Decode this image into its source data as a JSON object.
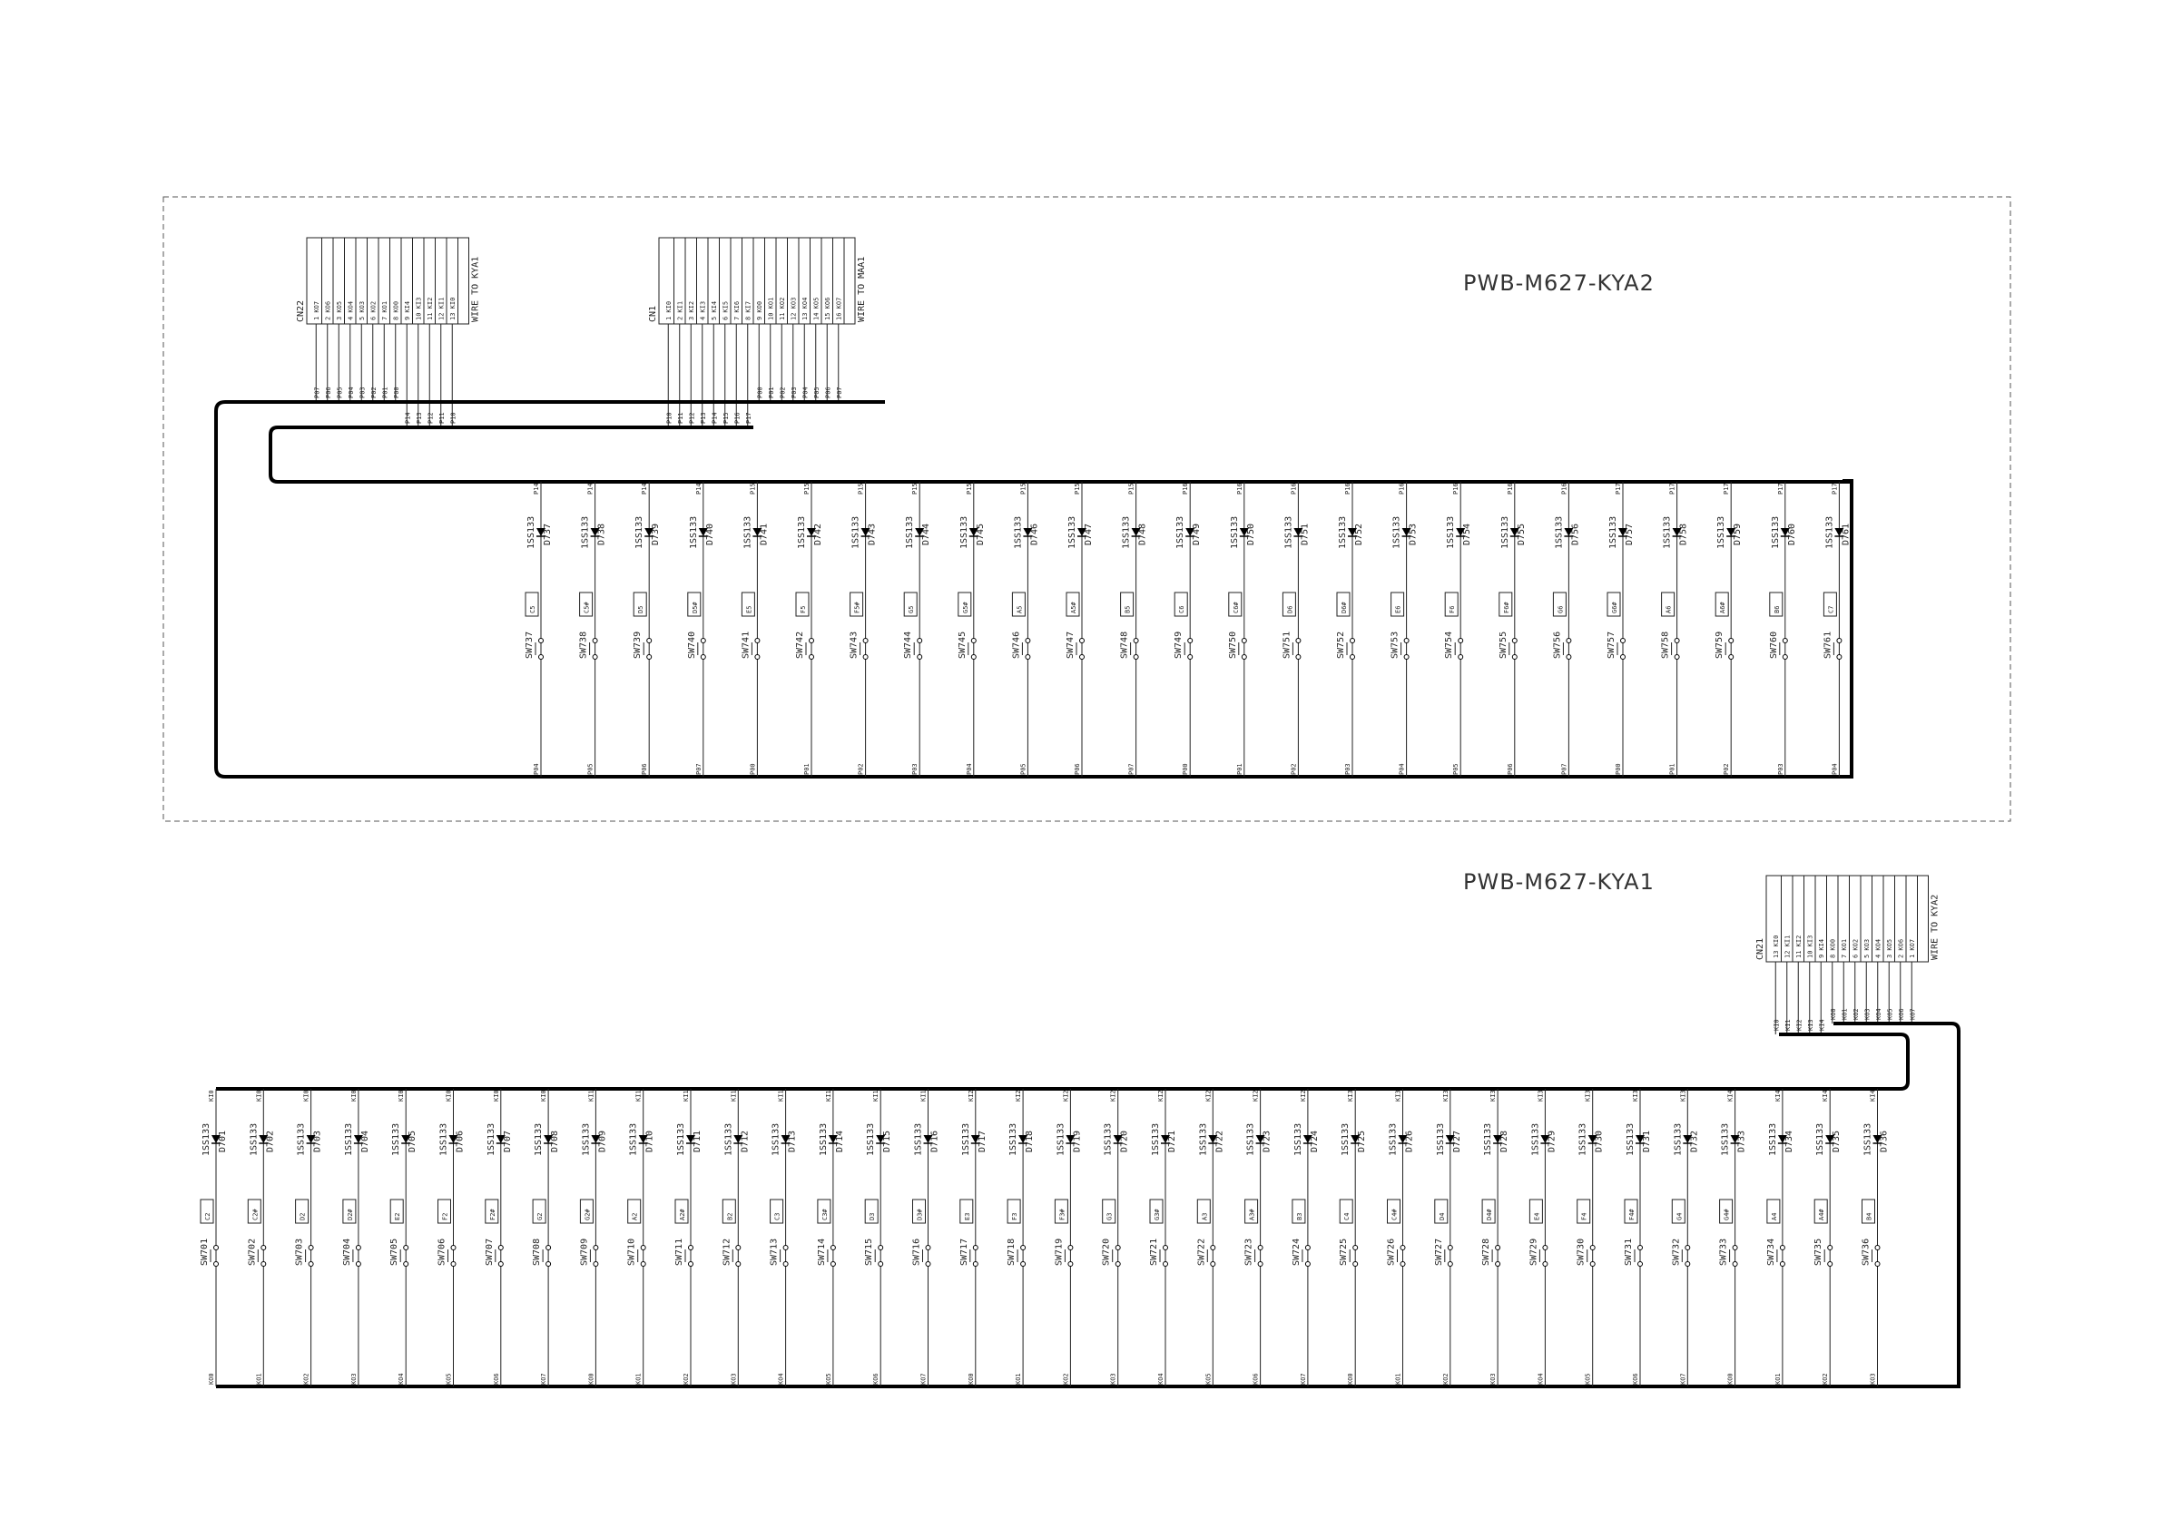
{
  "kya2": {
    "title": "PWB-M627-KYA2",
    "cn22": {
      "ref": "CN22",
      "wire": "WIRE TO KYA1",
      "pins": [
        "1 KO7",
        "2 KO6",
        "3 KO5",
        "4 KO4",
        "5 KO3",
        "6 KO2",
        "7 KO1",
        "8 KO0",
        "9 KI4",
        "10 KI3",
        "11 KI2",
        "12 KI1",
        "13 KI0"
      ],
      "bus_upper": [
        "P07",
        "P06",
        "P05",
        "P04",
        "P03",
        "P02",
        "P01",
        "P00"
      ],
      "bus_lower": [
        "P14",
        "P13",
        "P12",
        "P11",
        "P10"
      ]
    },
    "cn1": {
      "ref": "CN1",
      "wire": "WIRE TO MAA1",
      "pins": [
        "1 KI0",
        "2 KI1",
        "3 KI2",
        "4 KI3",
        "5 KI4",
        "6 KI5",
        "7 KI6",
        "8 KI7",
        "9 KO0",
        "10 KO1",
        "11 KO2",
        "12 KO3",
        "13 KO4",
        "14 KO5",
        "15 KO6",
        "16 KO7"
      ],
      "bus_lower": [
        "P10",
        "P11",
        "P12",
        "P13",
        "P14",
        "P15",
        "P16",
        "P17"
      ],
      "bus_upper": [
        "P00",
        "P01",
        "P02",
        "P03",
        "P04",
        "P05",
        "P06",
        "P07"
      ]
    },
    "keys": [
      {
        "sw": "SW737",
        "d": "D737",
        "note": "C5",
        "top": "P14",
        "bot": "P04"
      },
      {
        "sw": "SW738",
        "d": "D738",
        "note": "C5#",
        "top": "P14",
        "bot": "P05"
      },
      {
        "sw": "SW739",
        "d": "D739",
        "note": "D5",
        "top": "P14",
        "bot": "P06"
      },
      {
        "sw": "SW740",
        "d": "D740",
        "note": "D5#",
        "top": "P14",
        "bot": "P07"
      },
      {
        "sw": "SW741",
        "d": "D741",
        "note": "E5",
        "top": "P15",
        "bot": "P00"
      },
      {
        "sw": "SW742",
        "d": "D742",
        "note": "F5",
        "top": "P15",
        "bot": "P01"
      },
      {
        "sw": "SW743",
        "d": "D743",
        "note": "F5#",
        "top": "P15",
        "bot": "P02"
      },
      {
        "sw": "SW744",
        "d": "D744",
        "note": "G5",
        "top": "P15",
        "bot": "P03"
      },
      {
        "sw": "SW745",
        "d": "D745",
        "note": "G5#",
        "top": "P15",
        "bot": "P04"
      },
      {
        "sw": "SW746",
        "d": "D746",
        "note": "A5",
        "top": "P15",
        "bot": "P05"
      },
      {
        "sw": "SW747",
        "d": "D747",
        "note": "A5#",
        "top": "P15",
        "bot": "P06"
      },
      {
        "sw": "SW748",
        "d": "D748",
        "note": "B5",
        "top": "P15",
        "bot": "P07"
      },
      {
        "sw": "SW749",
        "d": "D749",
        "note": "C6",
        "top": "P16",
        "bot": "P00"
      },
      {
        "sw": "SW750",
        "d": "D750",
        "note": "C6#",
        "top": "P16",
        "bot": "P01"
      },
      {
        "sw": "SW751",
        "d": "D751",
        "note": "D6",
        "top": "P16",
        "bot": "P02"
      },
      {
        "sw": "SW752",
        "d": "D752",
        "note": "D6#",
        "top": "P16",
        "bot": "P03"
      },
      {
        "sw": "SW753",
        "d": "D753",
        "note": "E6",
        "top": "P16",
        "bot": "P04"
      },
      {
        "sw": "SW754",
        "d": "D754",
        "note": "F6",
        "top": "P16",
        "bot": "P05"
      },
      {
        "sw": "SW755",
        "d": "D755",
        "note": "F6#",
        "top": "P16",
        "bot": "P06"
      },
      {
        "sw": "SW756",
        "d": "D756",
        "note": "G6",
        "top": "P16",
        "bot": "P07"
      },
      {
        "sw": "SW757",
        "d": "D757",
        "note": "G6#",
        "top": "P17",
        "bot": "P00"
      },
      {
        "sw": "SW758",
        "d": "D758",
        "note": "A6",
        "top": "P17",
        "bot": "P01"
      },
      {
        "sw": "SW759",
        "d": "D759",
        "note": "A6#",
        "top": "P17",
        "bot": "P02"
      },
      {
        "sw": "SW760",
        "d": "D760",
        "note": "B6",
        "top": "P17",
        "bot": "P03"
      },
      {
        "sw": "SW761",
        "d": "D761",
        "note": "C7",
        "top": "P17",
        "bot": "P04"
      }
    ]
  },
  "kya1": {
    "title": "PWB-M627-KYA1",
    "cn21": {
      "ref": "CN21",
      "wire": "WIRE TO KYA2",
      "pins": [
        "13 KI0",
        "12 KI1",
        "11 KI2",
        "10 KI3",
        "9 KI4",
        "8 KO0",
        "7 KO1",
        "6 KO2",
        "5 KO3",
        "4 KO4",
        "3 KO5",
        "2 KO6",
        "1 KO7"
      ],
      "bus": [
        "KI0",
        "KI1",
        "KI2",
        "KI3",
        "KI4",
        "KO0",
        "KO1",
        "KO2",
        "KO3",
        "KO4",
        "KO5",
        "KO6",
        "KO7"
      ]
    },
    "keys": [
      {
        "sw": "SW701",
        "d": "D701",
        "note": "C2",
        "top": "KI0",
        "bot": "KO0"
      },
      {
        "sw": "SW702",
        "d": "D702",
        "note": "C2#",
        "top": "KI0",
        "bot": "KO1"
      },
      {
        "sw": "SW703",
        "d": "D703",
        "note": "D2",
        "top": "KI0",
        "bot": "KO2"
      },
      {
        "sw": "SW704",
        "d": "D704",
        "note": "D2#",
        "top": "KI0",
        "bot": "KO3"
      },
      {
        "sw": "SW705",
        "d": "D705",
        "note": "E2",
        "top": "KI0",
        "bot": "KO4"
      },
      {
        "sw": "SW706",
        "d": "D706",
        "note": "F2",
        "top": "KI0",
        "bot": "KO5"
      },
      {
        "sw": "SW707",
        "d": "D707",
        "note": "F2#",
        "top": "KI0",
        "bot": "KO6"
      },
      {
        "sw": "SW708",
        "d": "D708",
        "note": "G2",
        "top": "KI0",
        "bot": "KO7"
      },
      {
        "sw": "SW709",
        "d": "D709",
        "note": "G2#",
        "top": "KI1",
        "bot": "KO0"
      },
      {
        "sw": "SW710",
        "d": "D710",
        "note": "A2",
        "top": "KI1",
        "bot": "KO1"
      },
      {
        "sw": "SW711",
        "d": "D711",
        "note": "A2#",
        "top": "KI1",
        "bot": "KO2"
      },
      {
        "sw": "SW712",
        "d": "D712",
        "note": "B2",
        "top": "KI1",
        "bot": "KO3"
      },
      {
        "sw": "SW713",
        "d": "D713",
        "note": "C3",
        "top": "KI1",
        "bot": "KO4"
      },
      {
        "sw": "SW714",
        "d": "D714",
        "note": "C3#",
        "top": "KI1",
        "bot": "KO5"
      },
      {
        "sw": "SW715",
        "d": "D715",
        "note": "D3",
        "top": "KI1",
        "bot": "KO6"
      },
      {
        "sw": "SW716",
        "d": "D716",
        "note": "D3#",
        "top": "KI1",
        "bot": "KO7"
      },
      {
        "sw": "SW717",
        "d": "D717",
        "note": "E3",
        "top": "KI2",
        "bot": "KO0"
      },
      {
        "sw": "SW718",
        "d": "D718",
        "note": "F3",
        "top": "KI2",
        "bot": "KO1"
      },
      {
        "sw": "SW719",
        "d": "D719",
        "note": "F3#",
        "top": "KI2",
        "bot": "KO2"
      },
      {
        "sw": "SW720",
        "d": "D720",
        "note": "G3",
        "top": "KI2",
        "bot": "KO3"
      },
      {
        "sw": "SW721",
        "d": "D721",
        "note": "G3#",
        "top": "KI2",
        "bot": "KO4"
      },
      {
        "sw": "SW722",
        "d": "D722",
        "note": "A3",
        "top": "KI2",
        "bot": "KO5"
      },
      {
        "sw": "SW723",
        "d": "D723",
        "note": "A3#",
        "top": "KI2",
        "bot": "KO6"
      },
      {
        "sw": "SW724",
        "d": "D724",
        "note": "B3",
        "top": "KI2",
        "bot": "KO7"
      },
      {
        "sw": "SW725",
        "d": "D725",
        "note": "C4",
        "top": "KI3",
        "bot": "KO0"
      },
      {
        "sw": "SW726",
        "d": "D726",
        "note": "C4#",
        "top": "KI3",
        "bot": "KO1"
      },
      {
        "sw": "SW727",
        "d": "D727",
        "note": "D4",
        "top": "KI3",
        "bot": "KO2"
      },
      {
        "sw": "SW728",
        "d": "D728",
        "note": "D4#",
        "top": "KI3",
        "bot": "KO3"
      },
      {
        "sw": "SW729",
        "d": "D729",
        "note": "E4",
        "top": "KI3",
        "bot": "KO4"
      },
      {
        "sw": "SW730",
        "d": "D730",
        "note": "F4",
        "top": "KI3",
        "bot": "KO5"
      },
      {
        "sw": "SW731",
        "d": "D731",
        "note": "F4#",
        "top": "KI3",
        "bot": "KO6"
      },
      {
        "sw": "SW732",
        "d": "D732",
        "note": "G4",
        "top": "KI3",
        "bot": "KO7"
      },
      {
        "sw": "SW733",
        "d": "D733",
        "note": "G4#",
        "top": "KI4",
        "bot": "KO0"
      },
      {
        "sw": "SW734",
        "d": "D734",
        "note": "A4",
        "top": "KI4",
        "bot": "KO1"
      },
      {
        "sw": "SW735",
        "d": "D735",
        "note": "A4#",
        "top": "KI4",
        "bot": "KO2"
      },
      {
        "sw": "SW736",
        "d": "D736",
        "note": "B4",
        "top": "KI4",
        "bot": "KO3"
      }
    ]
  },
  "diode_type": "1SS133"
}
